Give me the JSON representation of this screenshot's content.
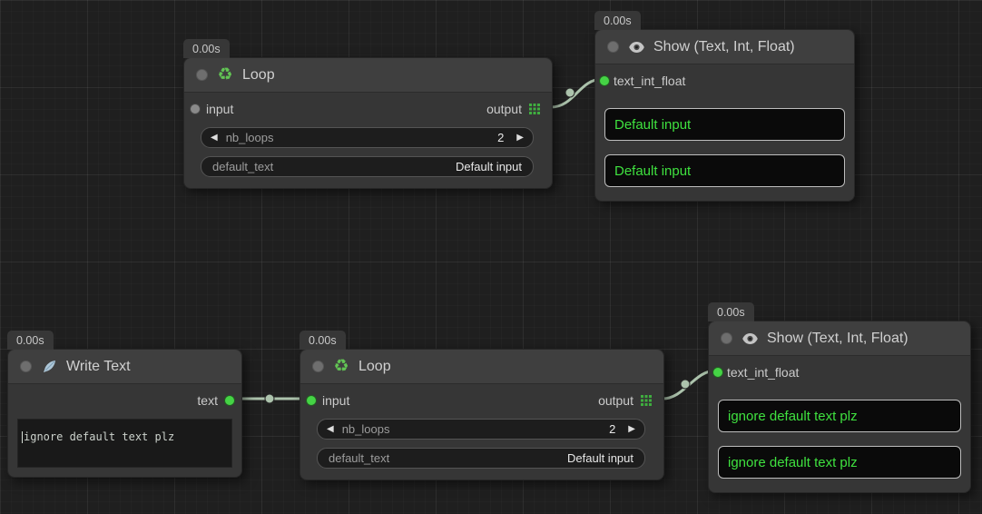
{
  "colors": {
    "canvas-bg": "#1f1f1f",
    "node-bg": "#363636",
    "node-header": "#3f3f3f",
    "widget-bg": "#1d1d1d",
    "green-text": "#3fe13f",
    "slot-green": "#45d345",
    "slot-gray": "#8a8a8a",
    "grid-green": "#3fae3f",
    "link": "#acc3ac",
    "recycle-green": "#62c554",
    "title-text": "#d0d0d0"
  },
  "icons": {
    "recycle": "♻",
    "decrement": "◀",
    "increment": "▶"
  },
  "nodes": {
    "loop_top": {
      "timer": "0.00s",
      "title": "Loop",
      "input_label": "input",
      "output_label": "output",
      "widgets": {
        "nb_loops": {
          "label": "nb_loops",
          "value": "2"
        },
        "default_text": {
          "label": "default_text",
          "value": "Default input"
        }
      }
    },
    "show_top": {
      "timer": "0.00s",
      "title": "Show (Text, Int, Float)",
      "input_label": "text_int_float",
      "values": {
        "first": "Default input",
        "second": "Default input"
      }
    },
    "write_text": {
      "timer": "0.00s",
      "title": "Write Text",
      "output_label": "text",
      "text_value": "ignore default text plz"
    },
    "loop_bottom": {
      "timer": "0.00s",
      "title": "Loop",
      "input_label": "input",
      "output_label": "output",
      "widgets": {
        "nb_loops": {
          "label": "nb_loops",
          "value": "2"
        },
        "default_text": {
          "label": "default_text",
          "value": "Default input"
        }
      }
    },
    "show_bottom": {
      "timer": "0.00s",
      "title": "Show (Text, Int, Float)",
      "input_label": "text_int_float",
      "values": {
        "first": "ignore default text plz",
        "second": "ignore default text plz"
      }
    }
  }
}
